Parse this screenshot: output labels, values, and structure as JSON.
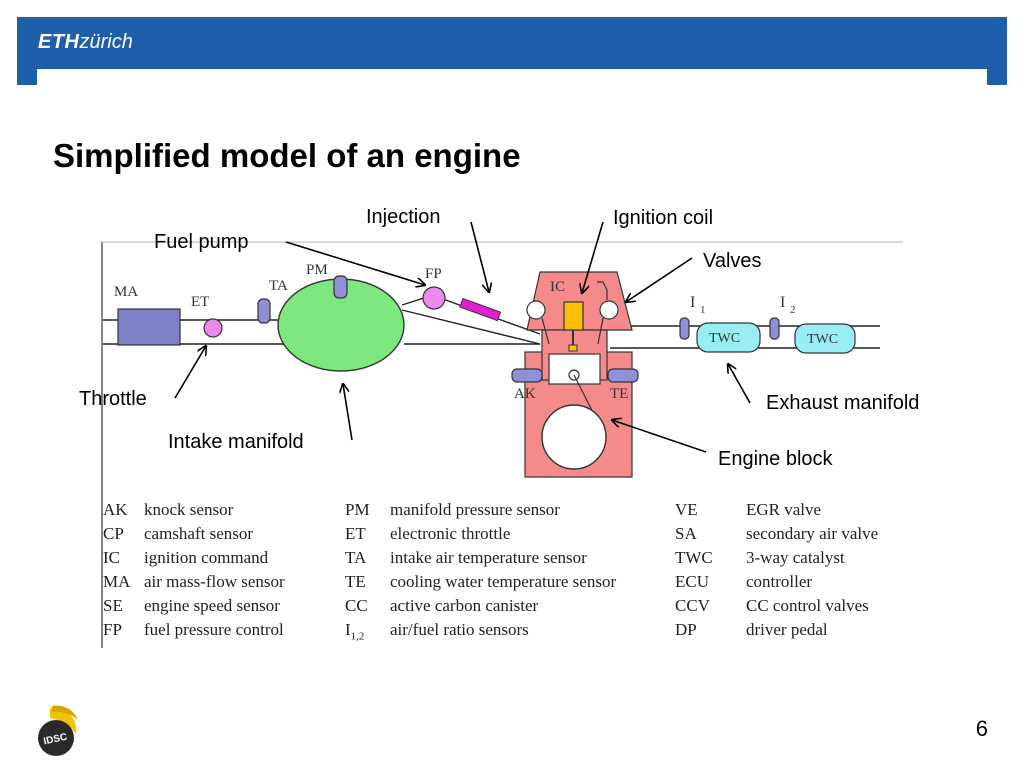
{
  "header": {
    "logo_eth": "ETH",
    "logo_zurich": "zürich"
  },
  "slide": {
    "title": "Simplified model of an engine",
    "page_number": "6"
  },
  "diagram": {
    "box_labels": {
      "ma": "MA",
      "et": "ET",
      "ta": "TA",
      "pm": "PM",
      "fp": "FP",
      "ic": "IC",
      "ak": "AK",
      "te": "TE",
      "lambda1": "I",
      "lambda1_sub": "1",
      "lambda2": "I",
      "lambda2_sub": "2",
      "twc1": "TWC",
      "twc2": "TWC"
    },
    "callouts": {
      "injection": "Injection",
      "ignition_coil": "Ignition coil",
      "fuel_pump": "Fuel pump",
      "valves": "Valves",
      "throttle": "Throttle",
      "intake_manifold": "Intake manifold",
      "exhaust_manifold": "Exhaust manifold",
      "engine_block": "Engine block"
    },
    "colors": {
      "manifold_green": "#7ee87e",
      "engine_pink": "#f58a8a",
      "ma_box": "#8080c8",
      "sensor_pink": "#ee88ee",
      "twc_cyan": "#99eef4",
      "sensor_purple": "#9090d8",
      "injector_magenta": "#e020d0",
      "ignition_yellow": "#f8c000"
    }
  },
  "legend": {
    "columns": [
      [
        {
          "abbr": "AK",
          "desc": "knock sensor"
        },
        {
          "abbr": "CP",
          "desc": "camshaft sensor"
        },
        {
          "abbr": "IC",
          "desc": "ignition command"
        },
        {
          "abbr": "MA",
          "desc": "air mass-flow sensor"
        },
        {
          "abbr": "SE",
          "desc": "engine speed sensor"
        },
        {
          "abbr": "FP",
          "desc": "fuel pressure control"
        }
      ],
      [
        {
          "abbr": "PM",
          "desc": "manifold pressure sensor"
        },
        {
          "abbr": "ET",
          "desc": "electronic throttle"
        },
        {
          "abbr": "TA",
          "desc": "intake air temperature sensor"
        },
        {
          "abbr": "TE",
          "desc": "cooling water temperature sensor"
        },
        {
          "abbr": "CC",
          "desc": "active carbon canister"
        },
        {
          "abbr": "I",
          "sub": "1,2",
          "desc": "air/fuel ratio sensors"
        }
      ],
      [
        {
          "abbr": "VE",
          "desc": "EGR valve"
        },
        {
          "abbr": "SA",
          "desc": "secondary air valve"
        },
        {
          "abbr": "TWC",
          "desc": "3-way catalyst"
        },
        {
          "abbr": "ECU",
          "desc": "controller"
        },
        {
          "abbr": "CCV",
          "desc": "CC control valves"
        },
        {
          "abbr": "DP",
          "desc": "driver pedal"
        }
      ]
    ]
  },
  "footer": {
    "logo_text": "IDSC"
  }
}
